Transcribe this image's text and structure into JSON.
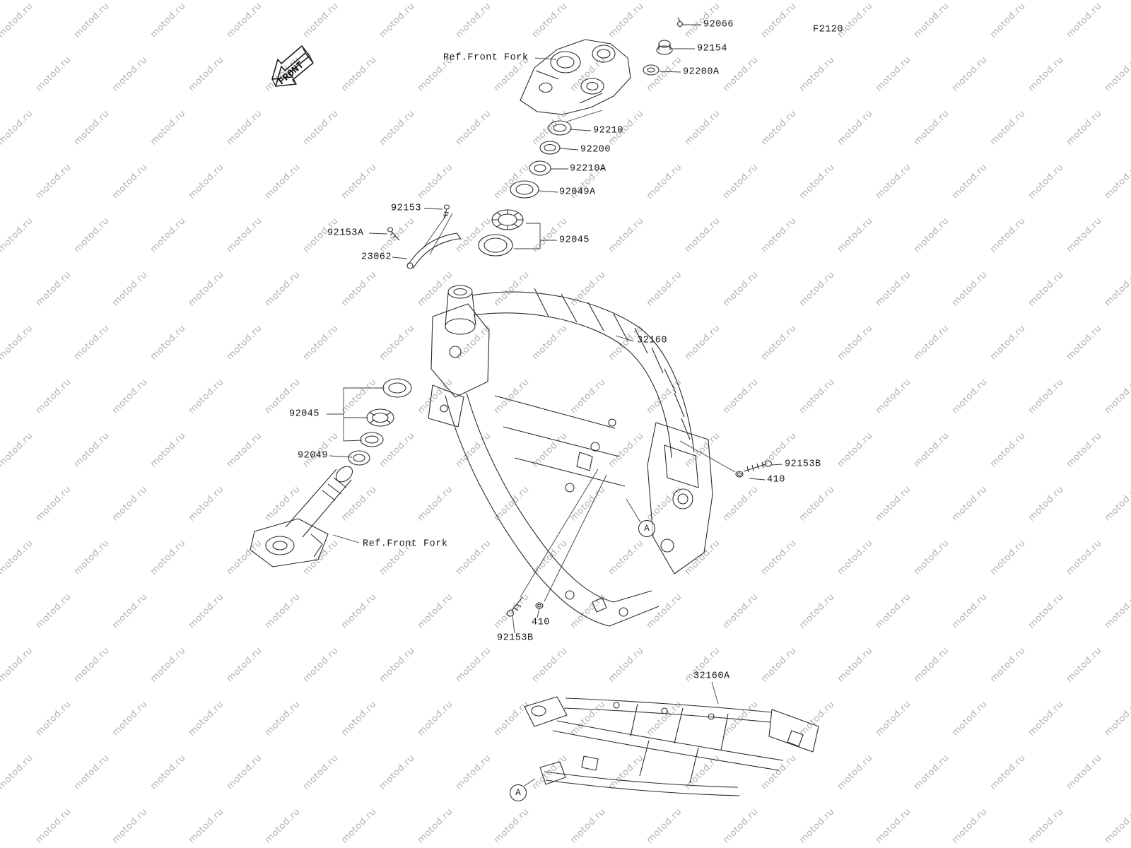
{
  "diagram": {
    "page_code": "F2120",
    "watermark_text": "motod.ru",
    "front_arrow_label": "FRONT",
    "detail_marker": "A",
    "callouts": {
      "ref_front_fork_top": "Ref.Front Fork",
      "p92066": "92066",
      "p92154": "92154",
      "p92200A": "92200A",
      "p92210": "92210",
      "p92200": "92200",
      "p92210A": "92210A",
      "p92049A": "92049A",
      "p92153": "92153",
      "p92153A": "92153A",
      "p23062": "23062",
      "p92045_upper": "92045",
      "p32160": "32160",
      "p92045_left": "92045",
      "p92049_left": "92049",
      "p92153B_right": "92153B",
      "p410_right": "410",
      "ref_front_fork_lower": "Ref.Front Fork",
      "p410_lower": "410",
      "p92153B_lower": "92153B",
      "p32160A": "32160A"
    }
  }
}
